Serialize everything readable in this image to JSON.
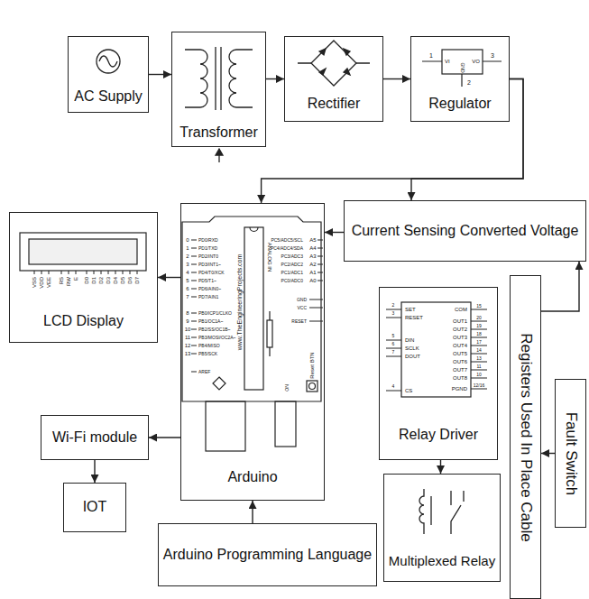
{
  "diagram": {
    "nodes": [
      {
        "text": [
          "AC Supply"
        ]
      },
      {
        "text": [
          "Transformer"
        ]
      },
      {
        "text": [
          "Rectifier"
        ]
      },
      {
        "text": [
          "Regulator"
        ]
      },
      {
        "text": [
          "Current Sensing Converted Voltage"
        ]
      },
      {
        "text": [
          "LCD Display"
        ]
      },
      {
        "text": [
          "Arduino"
        ]
      },
      {
        "text": [
          "Relay Driver"
        ]
      },
      {
        "text": [
          "Registers Used In Place Cable"
        ]
      },
      {
        "text": [
          "Fault Switch"
        ]
      },
      {
        "text": [
          "Wi-Fi module"
        ]
      },
      {
        "text": [
          "IOT"
        ]
      },
      {
        "text": [
          "Arduino Programming Language"
        ]
      },
      {
        "text": [
          "Multiplexed Relay"
        ]
      }
    ],
    "edges": [
      {
        "from": 0,
        "to": 1,
        "arrow": "to"
      },
      {
        "from": 1,
        "to": 2,
        "arrow": "to"
      },
      {
        "from": 2,
        "to": 3,
        "arrow": "to"
      },
      {
        "from": 3,
        "to": 6,
        "arrow": "to"
      },
      {
        "from": 3,
        "to": 4,
        "arrow": "to"
      },
      {
        "from": 4,
        "to": 6,
        "arrow": "to"
      },
      {
        "from": 6,
        "to": 5,
        "arrow": "to"
      },
      {
        "from": 6,
        "to": 10,
        "arrow": "to"
      },
      {
        "from": 10,
        "to": 11,
        "arrow": "to"
      },
      {
        "from": 12,
        "to": 6,
        "arrow": "to"
      },
      {
        "from": 7,
        "to": 13,
        "arrow": "to"
      },
      {
        "from": 9,
        "to": 8,
        "arrow": "to"
      },
      {
        "from": 8,
        "to": 4,
        "arrow": "to"
      }
    ],
    "labels": [
      "1",
      "3",
      "VI",
      "VO",
      "GND",
      "2",
      "VSS",
      "VDD",
      "VEE",
      "RS",
      "RW",
      "E",
      "D0",
      "D1",
      "D2",
      "D3",
      "D4",
      "D5",
      "D6",
      "D7",
      "0",
      "1",
      "2",
      "3",
      "4",
      "5",
      "6",
      "7",
      "PD0/RXD",
      "PD1/TXD",
      "PD2/INT0",
      "PD3/INT1~",
      "PD4/T0/XCK",
      "PD5/T1~",
      "PD6/AIN0~",
      "PD7/AIN1",
      "8",
      "9",
      "10",
      "11",
      "12",
      "13",
      "PB0/ICP1/CLKO",
      "PB1/OC1A~",
      "PB2/SS/OC1B~",
      "PB3/MOSI/OC2A~",
      "PB4/MISO",
      "PB5/SCK",
      "AREF",
      "PC5/ADC5/SCL",
      "PC4/ADC4/SDA",
      "PC3/ADC3",
      "PC2/ADC2",
      "PC1/ADC1",
      "PC0/ADC0",
      "A5",
      "A4",
      "A3",
      "A2",
      "A1",
      "A0",
      "GND",
      "VCC",
      "RESET",
      "ANALOG IN",
      "www.TheEngineeringProjects.com",
      "Reset BTN",
      "ON",
      "SET",
      "RESET",
      "DIN",
      "SCLK",
      "DOUT",
      "CS",
      "2",
      "3",
      "5",
      "6",
      "7",
      "4",
      "COM",
      "OUT1",
      "OUT2",
      "OUT3",
      "OUT4",
      "OUT5",
      "OUT6",
      "OUT7",
      "OUT8",
      "PGND",
      "15",
      "20",
      "19",
      "18",
      "17",
      "14",
      "13",
      "11",
      "10",
      "12/16"
    ]
  }
}
